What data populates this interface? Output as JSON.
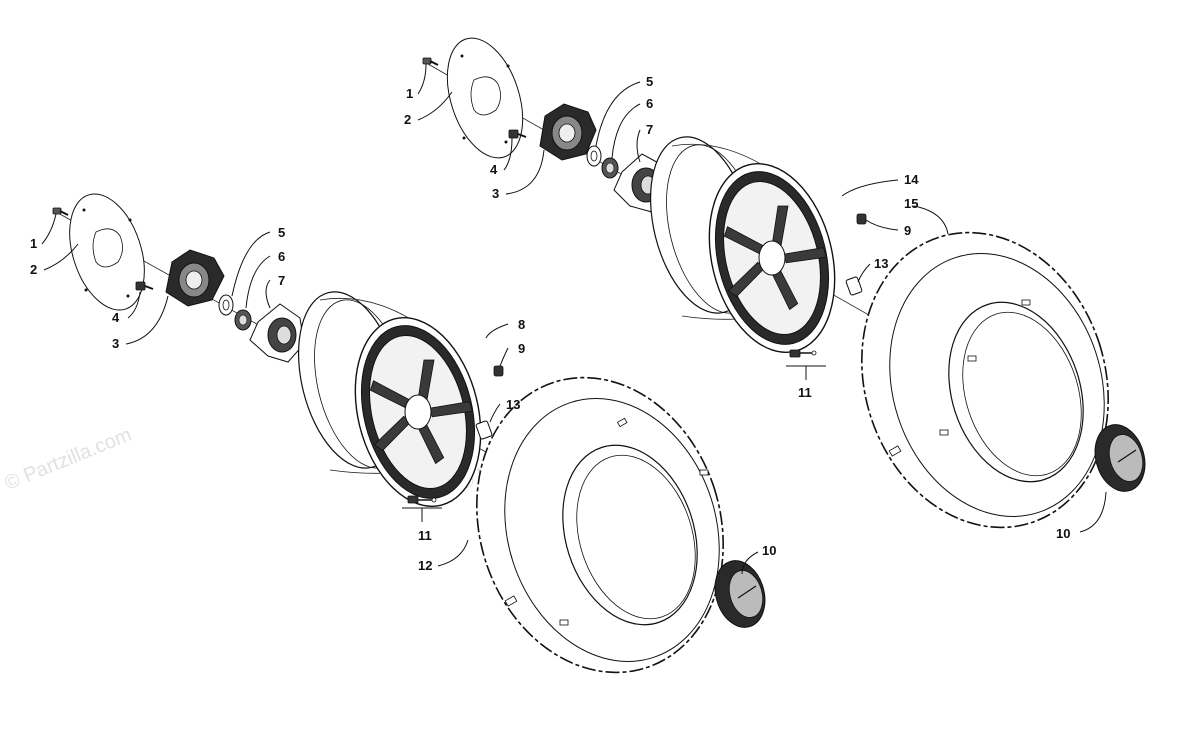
{
  "watermark": "© Partzilla.com",
  "colors": {
    "line": "#111111",
    "dark": "#2a2a2a",
    "mid": "#8a8a8a",
    "light": "#eeeeee",
    "watermark": "#c9c9c9"
  },
  "callouts": {
    "l1": "1",
    "l2": "2",
    "l3": "3",
    "l4": "4",
    "l5": "5",
    "l6": "6",
    "l7": "7",
    "l8": "8",
    "l9": "9",
    "l10": "10",
    "l11": "11",
    "l12": "12",
    "l13": "13",
    "r1": "1",
    "r2": "2",
    "r3": "3",
    "r4": "4",
    "r5": "5",
    "r6": "6",
    "r7": "7",
    "r9": "9",
    "r10": "10",
    "r11": "11",
    "r13": "13",
    "r14": "14",
    "r15": "15"
  }
}
